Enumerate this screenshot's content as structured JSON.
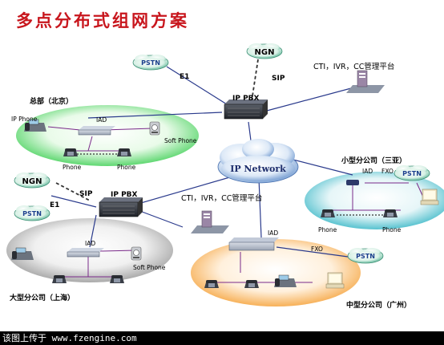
{
  "title": "多点分布式组网方案",
  "labels": {
    "pstn": "PSTN",
    "ngn": "NGN",
    "e1": "E1",
    "sip": "SIP",
    "ip_pbx": "IP PBX",
    "iad": "IAD",
    "fxo": "FXO",
    "ip_network": "IP Network",
    "ip_phone": "IP Phone",
    "phone": "Phone",
    "soft_phone": "Soft Phone",
    "cti": "CTI，IVR，CC管理平台"
  },
  "sites": {
    "hq": "总部（北京）",
    "small": "小型分公司（三亚）",
    "large": "大型分公司（上海）",
    "medium": "中型分公司（广州）"
  },
  "footer": "该图上传于 www.fzengine.com"
}
